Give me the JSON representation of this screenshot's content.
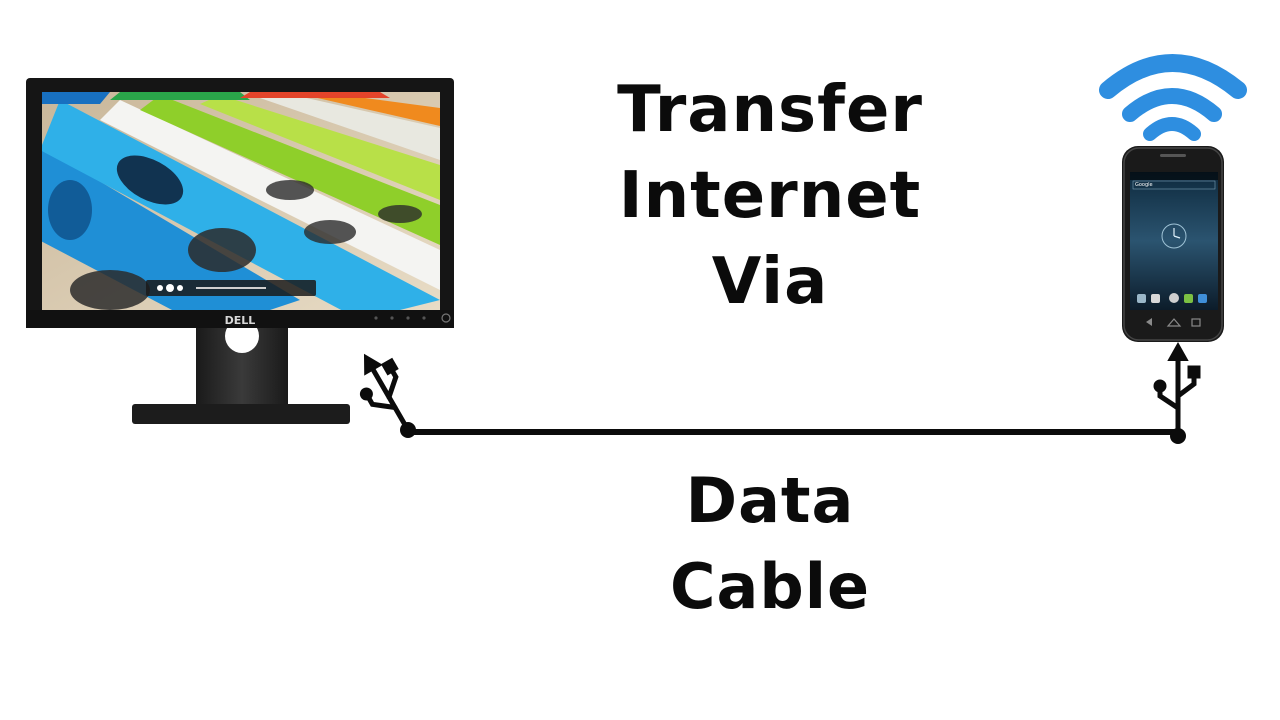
{
  "title": {
    "line1": "Transfer",
    "line2": "Internet",
    "line3": "Via"
  },
  "cable_label": {
    "line1": "Data",
    "line2": "Cable"
  },
  "monitor": {
    "brand": "DELL",
    "icon": "desktop-monitor-icon"
  },
  "phone": {
    "icon": "smartphone-icon",
    "status_app": "Google"
  },
  "icons": {
    "wifi": "wifi-signal-icon",
    "usb_left": "usb-symbol-icon",
    "usb_right": "usb-symbol-icon"
  },
  "colors": {
    "wifi_blue": "#2e8ee0",
    "text": "#0b0b0b",
    "cable": "#0b0b0b"
  }
}
